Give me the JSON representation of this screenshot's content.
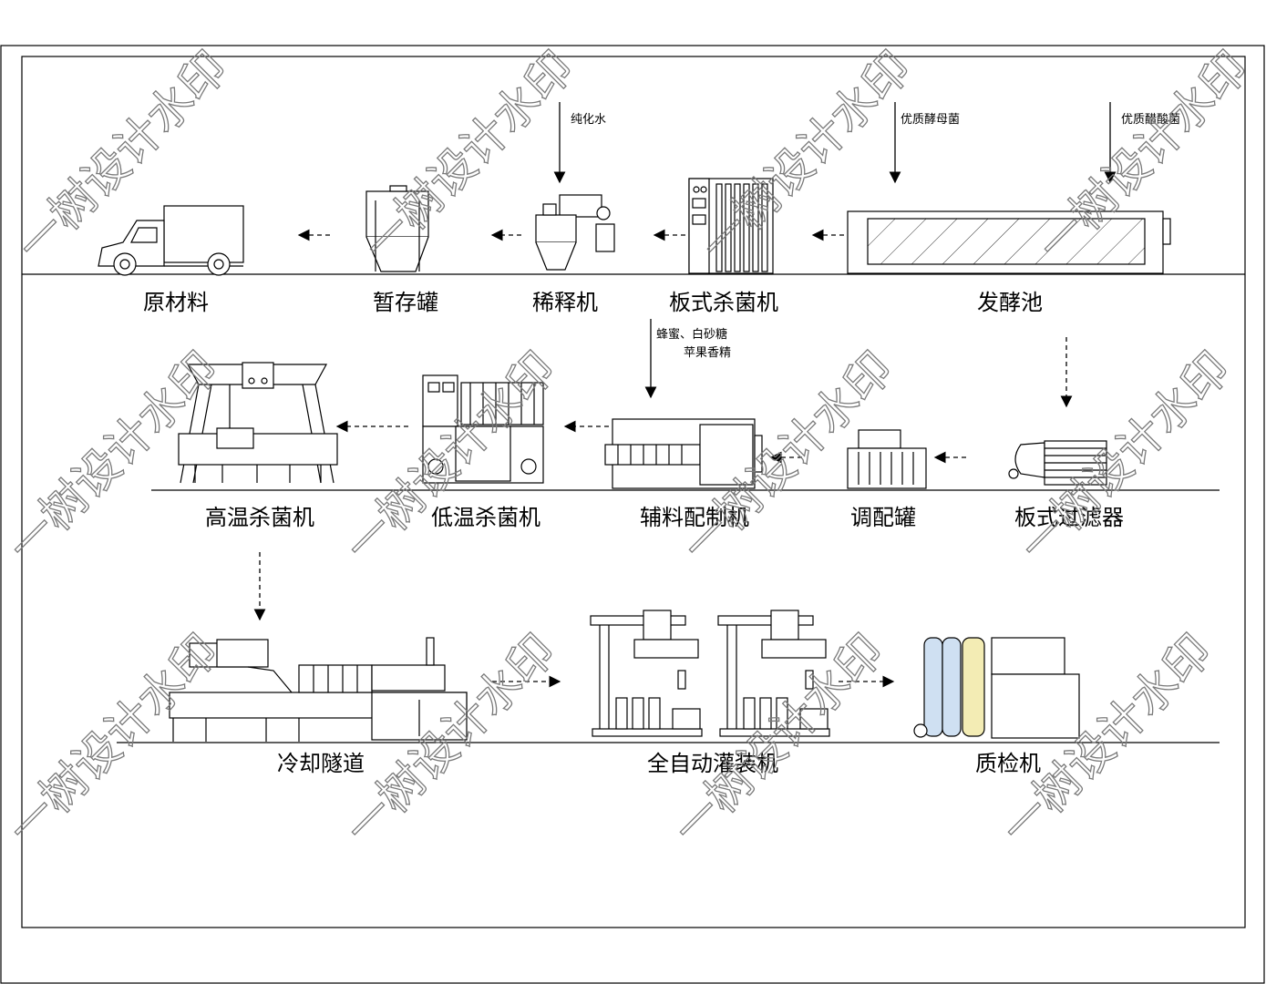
{
  "stages": {
    "s01": "原材料",
    "s02": "暂存罐",
    "s03": "稀释机",
    "s04": "板式杀菌机",
    "s05": "发酵池",
    "s06": "高温杀菌机",
    "s07": "低温杀菌机",
    "s08": "辅料配制机",
    "s09": "调配罐",
    "s10": "板式过滤器",
    "s11": "冷却隧道",
    "s12": "全自动灌装机",
    "s13": "质检机"
  },
  "inputs": {
    "water": "纯化水",
    "yeast": "优质酵母菌",
    "acetic": "优质醋酸菌",
    "aux_line1": "蜂蜜、白砂糖",
    "aux_line2": "苹果香精"
  },
  "watermark": "一树设计水印"
}
